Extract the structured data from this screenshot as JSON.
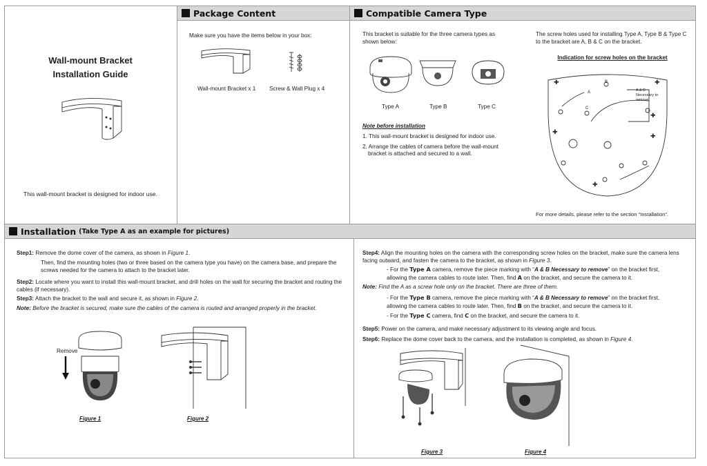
{
  "cover": {
    "title_line1": "Wall-mount Bracket",
    "title_line2": "Installation Guide",
    "note": "This wall-mount bracket is designed for indoor use."
  },
  "package": {
    "heading": "Package Content",
    "intro": "Make sure you have the items below in your box:",
    "item1": "Wall-mount Bracket x 1",
    "item2": "Screw & Wall Plug x 4"
  },
  "compat": {
    "heading": "Compatible Camera Type",
    "intro": "This bracket is suitable for the three camera types as shown below:",
    "type_a": "Type A",
    "type_b": "Type B",
    "type_c": "Type C",
    "note_title": "Note before installation",
    "note1": "1. This wall-mount bracket is designed for indoor use.",
    "note2a": "2. Arrange the cables of camera before the wall-mount",
    "note2b": "bracket is attached and secured to a wall.",
    "screw_text": "The screw holes used for installing Type A, Type B & Type C to the bracket are A, B & C on the bracket.",
    "indication_title": "Indication for screw holes on the bracket",
    "box_label1": "A & B",
    "box_label2": "Necessary to",
    "box_label3": "remove",
    "hole_a": "A",
    "hole_b": "B",
    "hole_c": "C",
    "more": "For more details, please refer to the section “Installation”."
  },
  "install": {
    "heading": "Installation",
    "heading_note": "(Take Type A as an example for pictures)",
    "step1_label": "Step1:",
    "step1_text": "Remove the dome cover of the camera, as shown in",
    "step1_fig": "Figure 1",
    "step1_sub": "Then, find the mounting holes (two or three based on the camera type you have) on the camera base, and prepare the screws needed for the camera to attach to the bracket later.",
    "step2_label": "Step2:",
    "step2_text": "Locate where you want to install this wall-mount bracket, and drill holes on the wall for securing the bracket and routing the cables (if necessary).",
    "step3_label": "Step3:",
    "step3_text": "Attach the bracket to the wall and secure it, as shown in",
    "step3_fig": "Figure 2",
    "note_label": "Note:",
    "note_text": "Before the bracket is secured, make sure the cables of the camera is routed and arranged properly in the bracket.",
    "remove_label": "Remove",
    "fig1": "Figure 1",
    "fig2": "Figure 2",
    "step4_label": "Step4:",
    "step4_text": "Align the mounting holes on the camera with the corresponding screw holes on the bracket, make sure the camera lens facing outward, and fasten the camera to the bracket, as shown in",
    "step4_fig": "Figure 3",
    "typeA_pre": "- For the",
    "typeA_name": "Type A",
    "typeA_mid": "camera, remove the piece marking with “",
    "typeA_em": "A & B Necessary to remove",
    "typeA_post": "” on the bracket first, allowing the camera cables to route later. Then, find",
    "typeA_letter": "A",
    "typeA_end": "on the bracket, and secure the camera to it.",
    "note2_label": "Note:",
    "note2_text": "Find the A as a screw hole only on the bracket. There are three of them.",
    "typeB_pre": "- For the",
    "typeB_name": "Type B",
    "typeB_mid": "camera, remove the piece marking with “",
    "typeB_em": "A & B Necessary to remove",
    "typeB_post": "” on the bracket first, allowing the camera cables to route later. Then, find",
    "typeB_letter": "B",
    "typeB_end": "on the bracket, and secure the camera to it.",
    "typeC_pre": "- For the",
    "typeC_name": "Type C",
    "typeC_mid": "camera, find",
    "typeC_letter": "C",
    "typeC_end": "on the bracket, and secure the camera to it.",
    "step5_label": "Step5:",
    "step5_text": "Power on the camera, and make necessary adjustment to its viewing angle and focus.",
    "step6_label": "Step6:",
    "step6_text": "Replace the dome cover back to the camera, and the installation is completed, as shown in",
    "step6_fig": "Figure 4",
    "fig3": "Figure 3",
    "fig4": "Figure 4"
  }
}
